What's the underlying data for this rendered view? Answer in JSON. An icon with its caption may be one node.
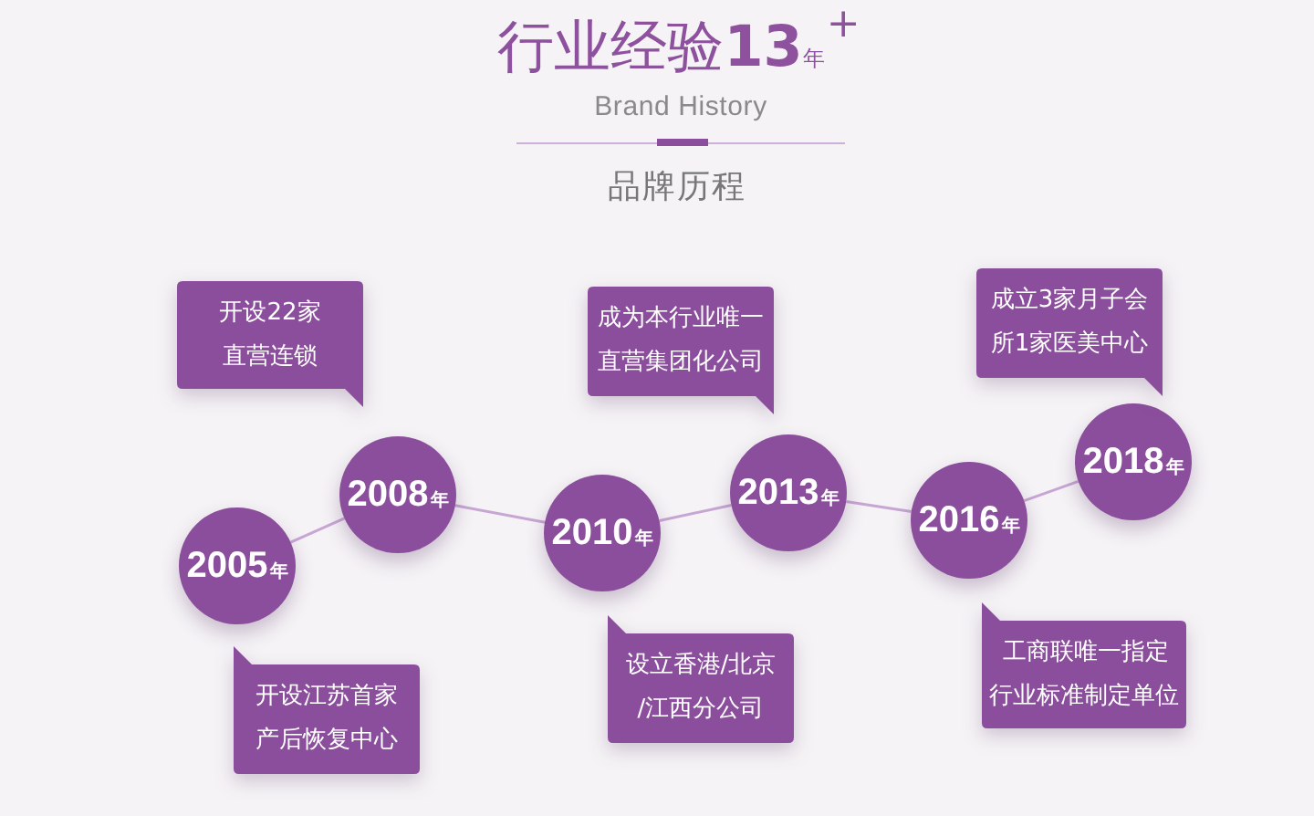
{
  "diagram": {
    "title": "行业经验**13**$_{年}$$^{+}$",
    "nodes": [
      {
        "text": [
          "2005$_{年}$"
        ]
      },
      {
        "text": [
          "开设江苏首家产后恢复中心"
        ]
      },
      {
        "text": [
          "2008$_{年}$"
        ]
      },
      {
        "text": [
          "开设22家直营连锁"
        ]
      },
      {
        "text": [
          "2010$_{年}$"
        ]
      },
      {
        "text": [
          "设立香港/北京/江西分公司"
        ]
      },
      {
        "text": [
          "2013$_{年}$"
        ]
      },
      {
        "text": [
          "成为本行业唯一直营集团化公司"
        ]
      },
      {
        "text": [
          "2016$_{年}$"
        ]
      },
      {
        "text": [
          "工商联唯一指定行业标准制定单位"
        ]
      },
      {
        "text": [
          "2018$_{年}$"
        ]
      },
      {
        "text": [
          "成立3家月子会所1家医美中心"
        ]
      }
    ],
    "edges": [
      {
        "from": 0,
        "to": 2,
        "arrow": "none"
      },
      {
        "from": 2,
        "to": 4,
        "arrow": "none"
      },
      {
        "from": 4,
        "to": 6,
        "arrow": "none"
      },
      {
        "from": 6,
        "to": 8,
        "arrow": "none"
      },
      {
        "from": 8,
        "to": 10,
        "arrow": "none"
      }
    ],
    "labels": [
      "Brand History",
      "品牌历程"
    ]
  }
}
